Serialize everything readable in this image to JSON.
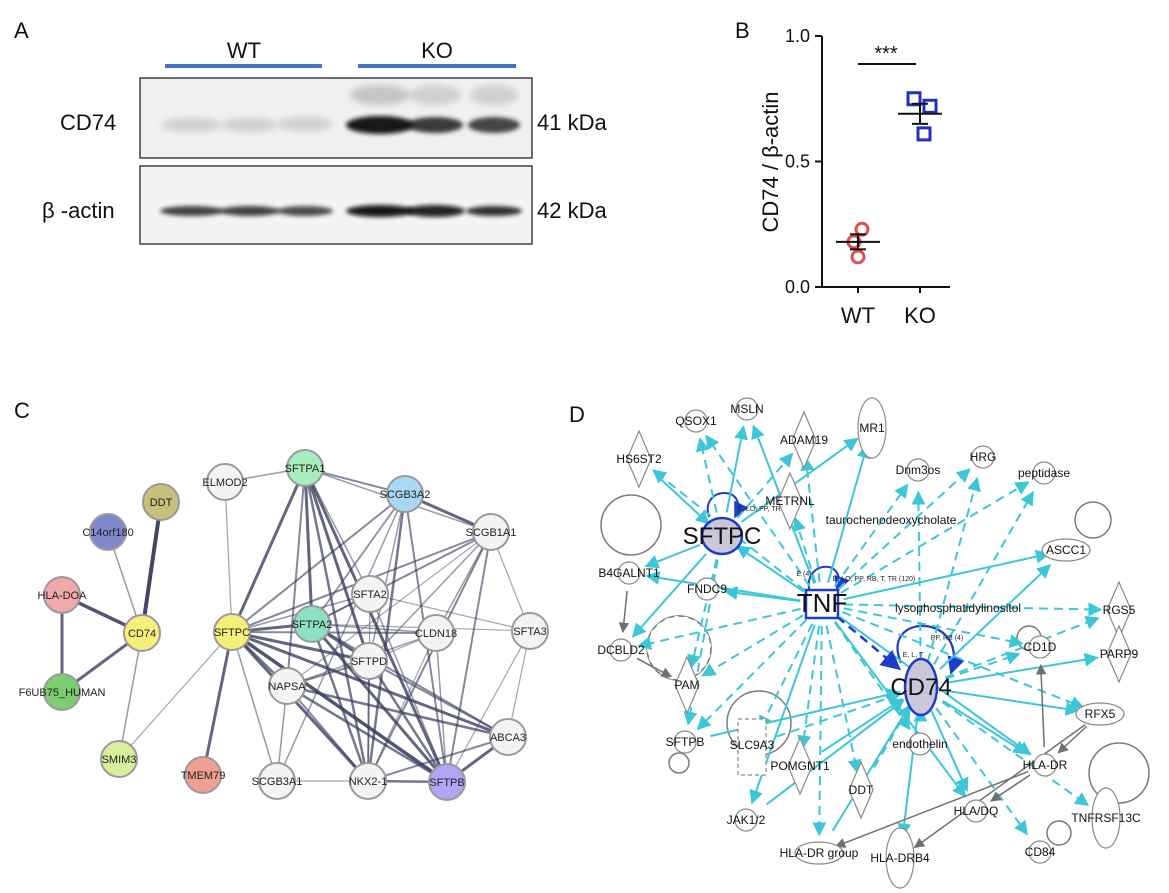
{
  "panels": {
    "a": "A",
    "b": "B",
    "c": "C",
    "d": "D"
  },
  "colors": {
    "group_bar": "#4472c4",
    "wt_points": "#e05050",
    "ko_points": "#2030c0",
    "ipa_edge": "#3cc6d6",
    "ipa_highlight": "#1e3cc8",
    "ipa_gray": "#707070",
    "string_edge": "#3a3d5c"
  },
  "blot": {
    "groups": [
      "WT",
      "KO"
    ],
    "rows": [
      {
        "label": "CD74",
        "size": "41 kDa"
      },
      {
        "label": "β -actin",
        "size": "42 kDa"
      }
    ],
    "band_intensity": {
      "CD74": [
        0.12,
        0.12,
        0.12,
        0.95,
        0.85,
        0.8
      ],
      "beta_actin": [
        0.75,
        0.75,
        0.7,
        0.9,
        0.85,
        0.8
      ]
    }
  },
  "chart_data": {
    "type": "scatter",
    "title": "",
    "ylabel": "CD74 / β-actin",
    "categories": [
      "WT",
      "KO"
    ],
    "ylim": [
      0,
      1.0
    ],
    "yticks": [
      "0.0",
      "0.5",
      "1.0"
    ],
    "significance": "***",
    "series": [
      {
        "category": "WT",
        "values": [
          0.23,
          0.18,
          0.12
        ],
        "mean": 0.18,
        "sem": 0.03,
        "marker": "circle",
        "color": "#e05050"
      },
      {
        "category": "KO",
        "values": [
          0.75,
          0.72,
          0.61
        ],
        "mean": 0.69,
        "sem": 0.04,
        "marker": "square",
        "color": "#2030c0"
      }
    ]
  },
  "string_network": {
    "nodes": [
      {
        "id": "DDT",
        "label": "DDT",
        "color": "#c8c07a"
      },
      {
        "id": "C14orf180",
        "label": "C14orf180",
        "color": "#8088cc"
      },
      {
        "id": "HLA-DOA",
        "label": "HLA-DOA",
        "color": "#f0a8a8"
      },
      {
        "id": "CD74",
        "label": "CD74",
        "color": "#f4f07a"
      },
      {
        "id": "F6UB75_HUMAN",
        "label": "F6UB75_HUMAN",
        "color": "#7ccc70"
      },
      {
        "id": "SMIM3",
        "label": "SMIM3",
        "color": "#d8ee9c"
      },
      {
        "id": "TMEM79",
        "label": "TMEM79",
        "color": "#f0a090"
      },
      {
        "id": "SFTPC",
        "label": "SFTPC",
        "color": "#f4f07a"
      },
      {
        "id": "ELMOD2",
        "label": "ELMOD2",
        "color": "#f4f4f4"
      },
      {
        "id": "SFTPA1",
        "label": "SFTPA1",
        "color": "#a8eebc"
      },
      {
        "id": "SCGB3A2",
        "label": "SCGB3A2",
        "color": "#a8d8f4"
      },
      {
        "id": "SCGB1A1",
        "label": "SCGB1A1",
        "color": "#f4f4f4"
      },
      {
        "id": "SFTA2",
        "label": "SFTA2",
        "color": "#f4f4f4"
      },
      {
        "id": "SFTPA2",
        "label": "SFTPA2",
        "color": "#8ce0c4"
      },
      {
        "id": "SFTA3",
        "label": "SFTA3",
        "color": "#f4f4f4"
      },
      {
        "id": "CLDN18",
        "label": "CLDN18",
        "color": "#f4f4f4"
      },
      {
        "id": "SFTPD",
        "label": "SFTPD",
        "color": "#f4f4f4"
      },
      {
        "id": "NAPSA",
        "label": "NAPSA",
        "color": "#f4f4f4"
      },
      {
        "id": "ABCA3",
        "label": "ABCA3",
        "color": "#f4f4f4"
      },
      {
        "id": "SCGB3A1",
        "label": "SCGB3A1",
        "color": "#f4f4f4"
      },
      {
        "id": "NKX2-1",
        "label": "NKX2-1",
        "color": "#f4f4f4"
      },
      {
        "id": "SFTPB",
        "label": "SFTPB",
        "color": "#b4a4f4"
      }
    ]
  },
  "ipa_network": {
    "nodes": [
      {
        "id": "QSOX1",
        "label": "QSOX1"
      },
      {
        "id": "MSLN",
        "label": "MSLN"
      },
      {
        "id": "ADAM19",
        "label": "ADAM19"
      },
      {
        "id": "MR1",
        "label": "MR1"
      },
      {
        "id": "HS6ST2",
        "label": "HS6ST2"
      },
      {
        "id": "Dnm3os",
        "label": "Dnm3os"
      },
      {
        "id": "HRG",
        "label": "HRG"
      },
      {
        "id": "peptidase",
        "label": "peptidase"
      },
      {
        "id": "METRNL",
        "label": "METRNL"
      },
      {
        "id": "SFTPC",
        "label": "SFTPC"
      },
      {
        "id": "taurochenodeoxycholate",
        "label": "taurochenodeoxycholate"
      },
      {
        "id": "ASCC1",
        "label": "ASCC1"
      },
      {
        "id": "B4GALNT1",
        "label": "B4GALNT1"
      },
      {
        "id": "FNDC9",
        "label": "FNDC9"
      },
      {
        "id": "TNF",
        "label": "TNF"
      },
      {
        "id": "lysophosphatidylinositol",
        "label": "lysophosphatidylinositol"
      },
      {
        "id": "RGS5",
        "label": "RGS5"
      },
      {
        "id": "DCBLD2",
        "label": "DCBLD2"
      },
      {
        "id": "CD1D",
        "label": "CD1D"
      },
      {
        "id": "PARP9",
        "label": "PARP9"
      },
      {
        "id": "PAM",
        "label": "PAM"
      },
      {
        "id": "CD74",
        "label": "CD74"
      },
      {
        "id": "RFX5",
        "label": "RFX5"
      },
      {
        "id": "SFTPB",
        "label": "SFTPB"
      },
      {
        "id": "SLC9A3",
        "label": "SLC9A3"
      },
      {
        "id": "endothelin",
        "label": "endothelin"
      },
      {
        "id": "POMGNT1",
        "label": "POMGNT1"
      },
      {
        "id": "HLA-DR",
        "label": "HLA-DR"
      },
      {
        "id": "JAK1/2",
        "label": "JAK1/2"
      },
      {
        "id": "DDT",
        "label": "DDT"
      },
      {
        "id": "HLA/DQ",
        "label": "HLA/DQ"
      },
      {
        "id": "TNFRSF13C",
        "label": "TNFRSF13C"
      },
      {
        "id": "HLA-DR group",
        "label": "HLA-DR group"
      },
      {
        "id": "HLA-DRB4",
        "label": "HLA-DRB4"
      },
      {
        "id": "CD84",
        "label": "CD84"
      }
    ],
    "edge_labels": [
      "E, LO, PP, TR",
      "E (4)",
      "E, LO, PP, RB, T, TR (120)",
      "PP, RB (4)",
      "E, L, T"
    ]
  }
}
